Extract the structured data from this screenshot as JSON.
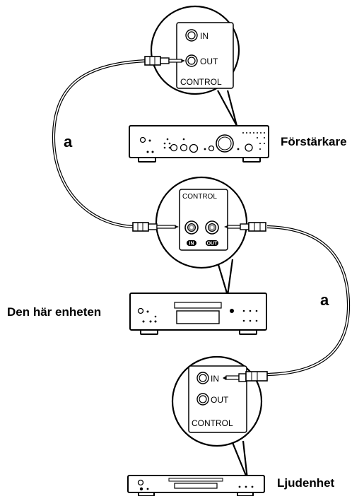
{
  "devices": {
    "amplifier": {
      "label": "Förstärkare"
    },
    "this_unit": {
      "label": "Den här enheten"
    },
    "audio_unit": {
      "label": "Ljudenhet"
    }
  },
  "cables": {
    "upper": {
      "label": "a"
    },
    "lower": {
      "label": "a"
    }
  },
  "callouts": {
    "amplifier": {
      "in_label": "IN",
      "out_label": "OUT",
      "title": "CONTROL"
    },
    "this_unit": {
      "title": "CONTROL",
      "in_badge": "IN",
      "out_badge": "OUT"
    },
    "audio_unit": {
      "in_label": "IN",
      "out_label": "OUT",
      "title": "CONTROL"
    }
  }
}
